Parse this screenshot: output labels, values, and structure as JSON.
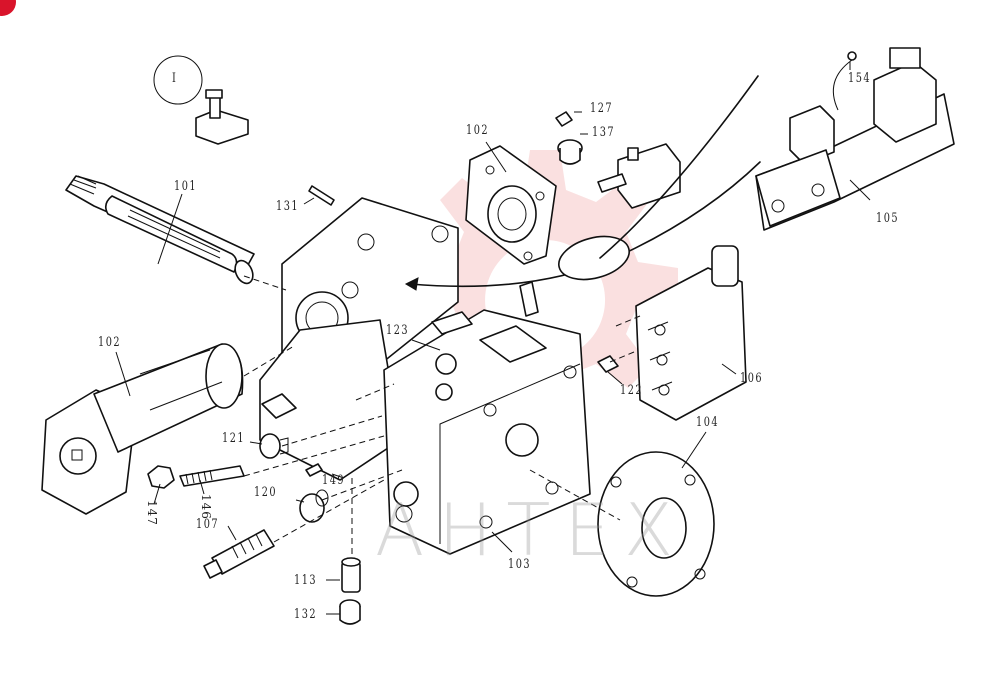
{
  "diagram": {
    "watermark_text": "AHTEX",
    "circle_label": "I",
    "labels": {
      "p101": "101",
      "p102_top": "102",
      "p102_left": "102",
      "p103": "103",
      "p104": "104",
      "p105": "105",
      "p106": "106",
      "p107": "107",
      "p113": "113",
      "p120": "120",
      "p121": "121",
      "p122": "122",
      "p123": "123",
      "p127": "127",
      "p131": "131",
      "p132": "132",
      "p137": "137",
      "p146": "146",
      "p147": "147",
      "p149": "149",
      "p154": "154"
    }
  },
  "colors": {
    "line": "#111111",
    "watermark_gear": "#f2a5a5",
    "badge": "#d9142b"
  }
}
